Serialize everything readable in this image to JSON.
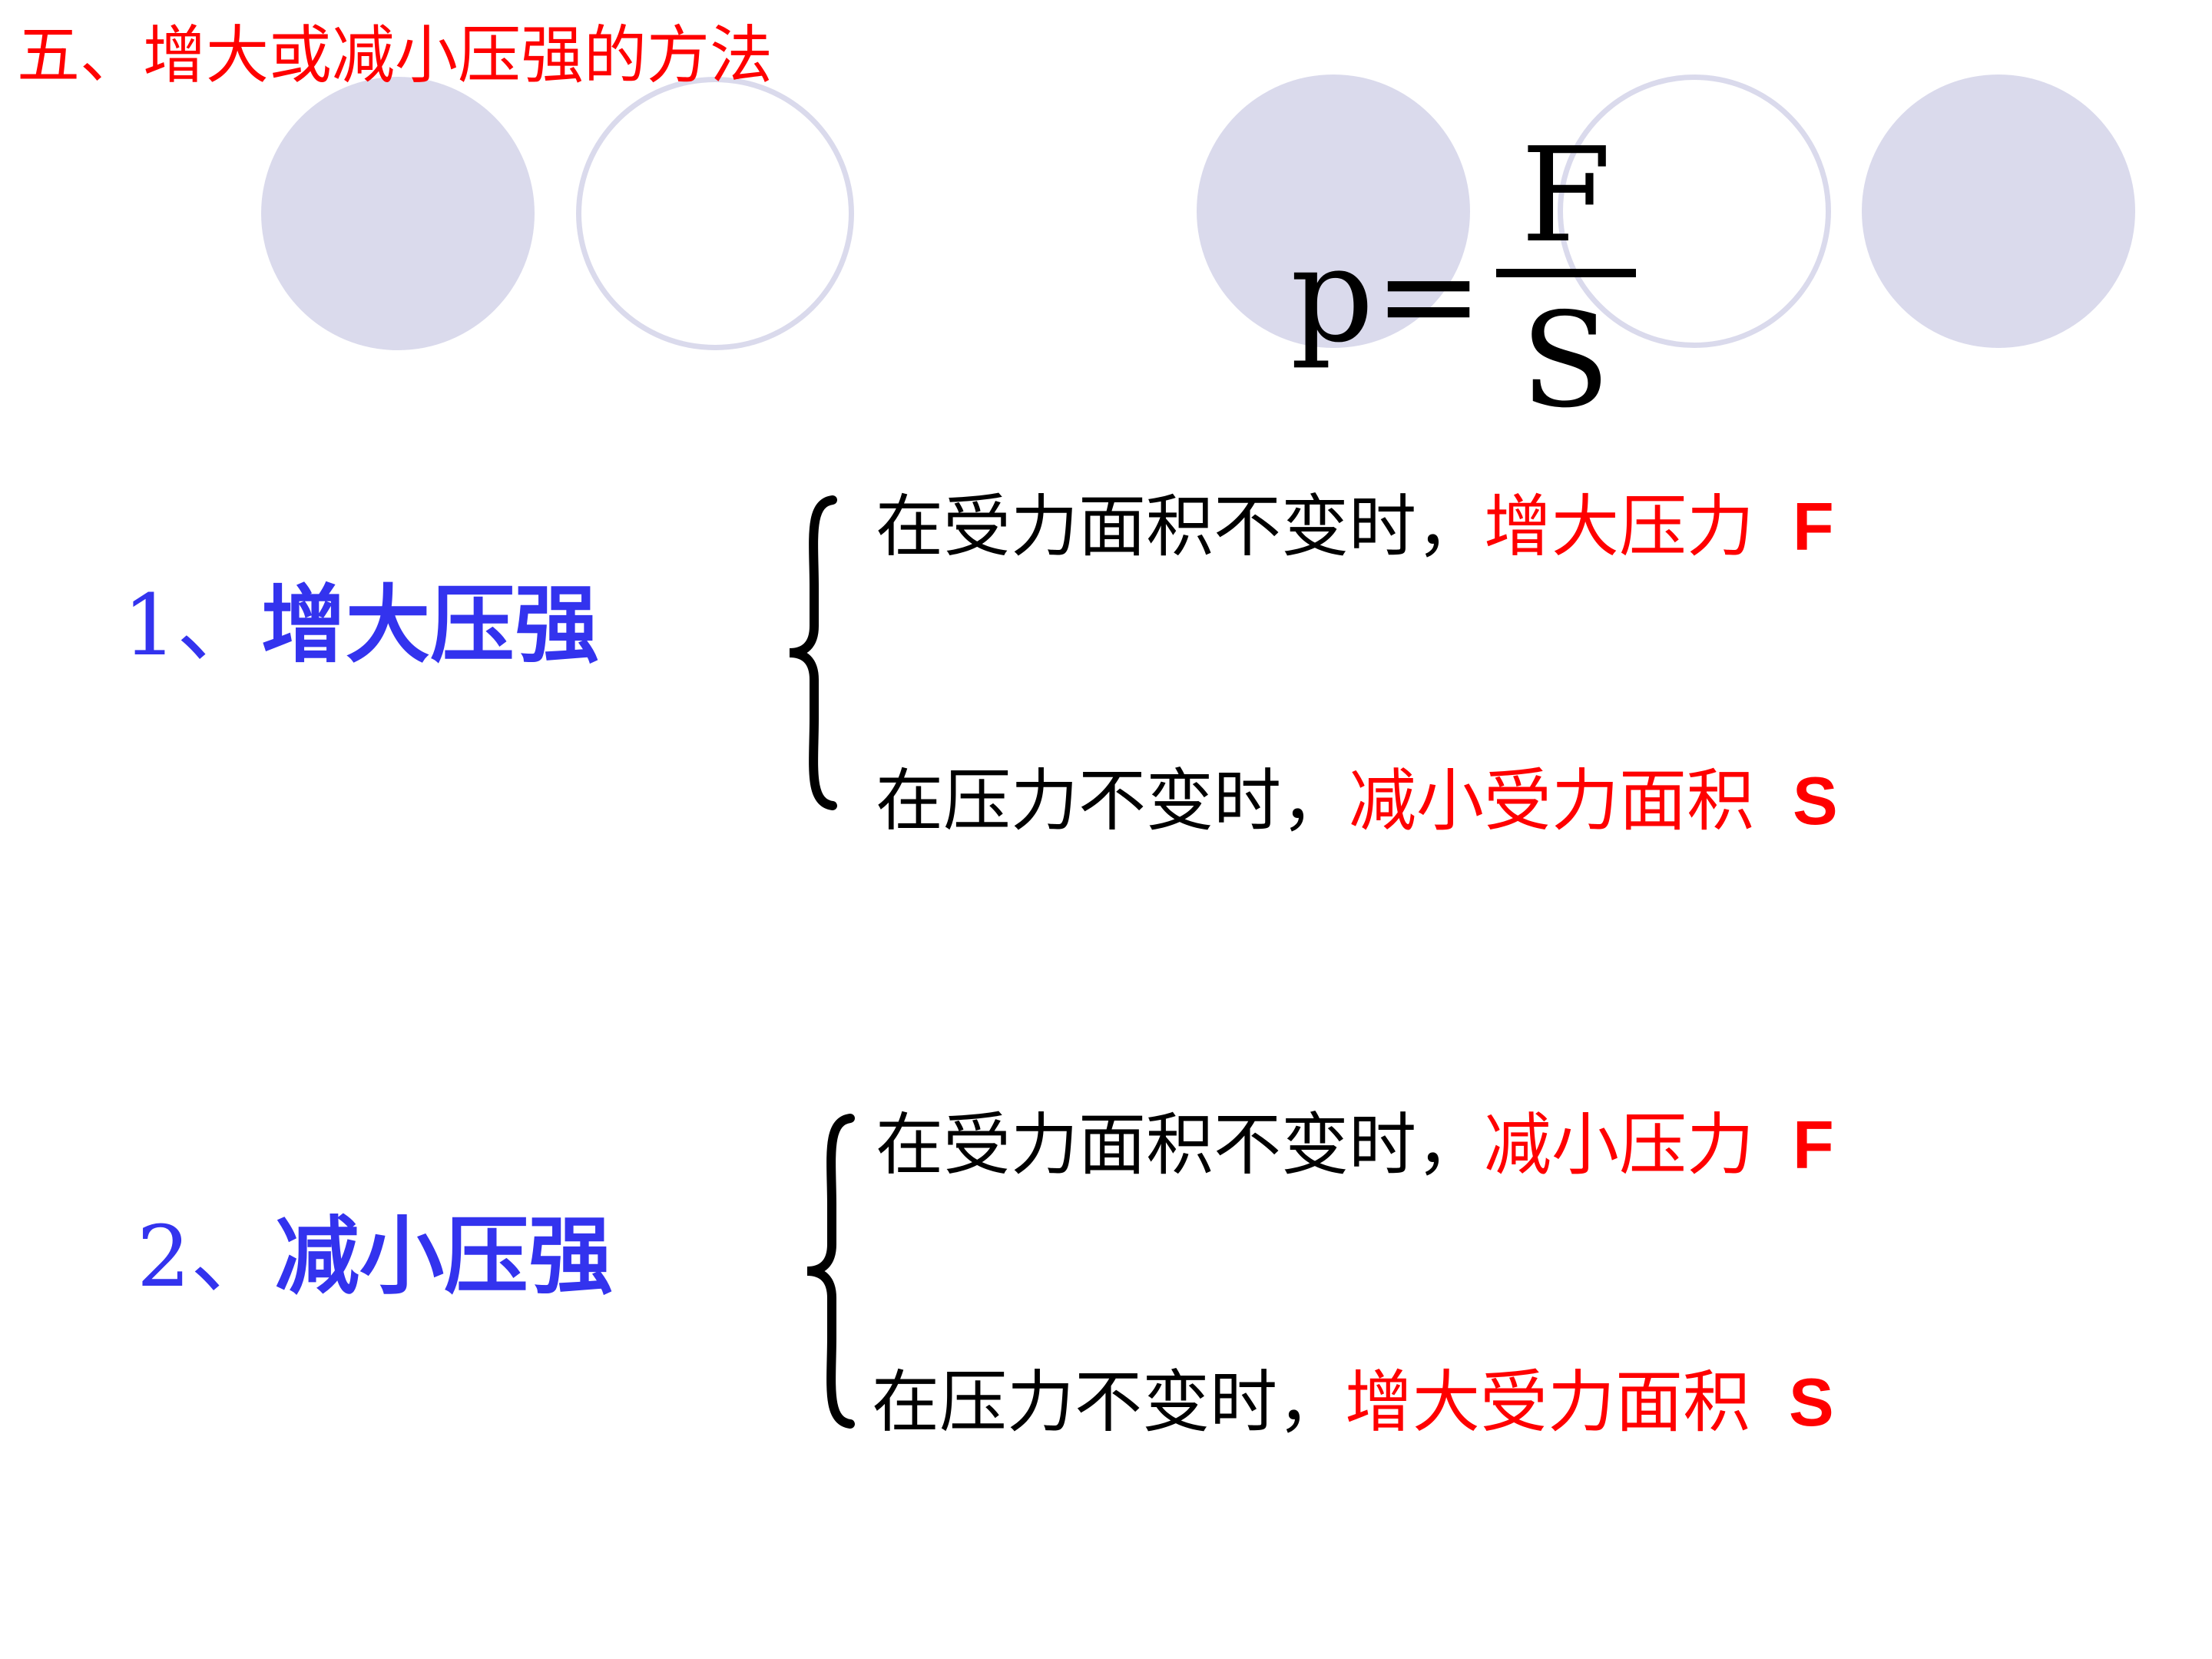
{
  "slide": {
    "title": "五、增大或减小压强的方法",
    "formula": {
      "lhs": "p=",
      "numerator": "F",
      "denominator": "S"
    },
    "methods": [
      {
        "number": "1、",
        "label": "增大压强",
        "conditions": [
          {
            "prefix": "在受力面积不变时，",
            "action": "增大压力",
            "variable": "F"
          },
          {
            "prefix": "在压力不变时，",
            "action": "减小受力面积",
            "variable": "S"
          }
        ]
      },
      {
        "number": "2、",
        "label": "减小压强",
        "conditions": [
          {
            "prefix": "在受力面积不变时，",
            "action": "减小压力",
            "variable": "F"
          },
          {
            "prefix": "在压力不变时，",
            "action": "增大受力面积",
            "variable": "S"
          }
        ]
      }
    ]
  },
  "colors": {
    "title": "#ff0000",
    "method_label": "#3333ee",
    "highlight": "#ff0000",
    "body_text": "#000000",
    "decoration": "#dadaec"
  }
}
